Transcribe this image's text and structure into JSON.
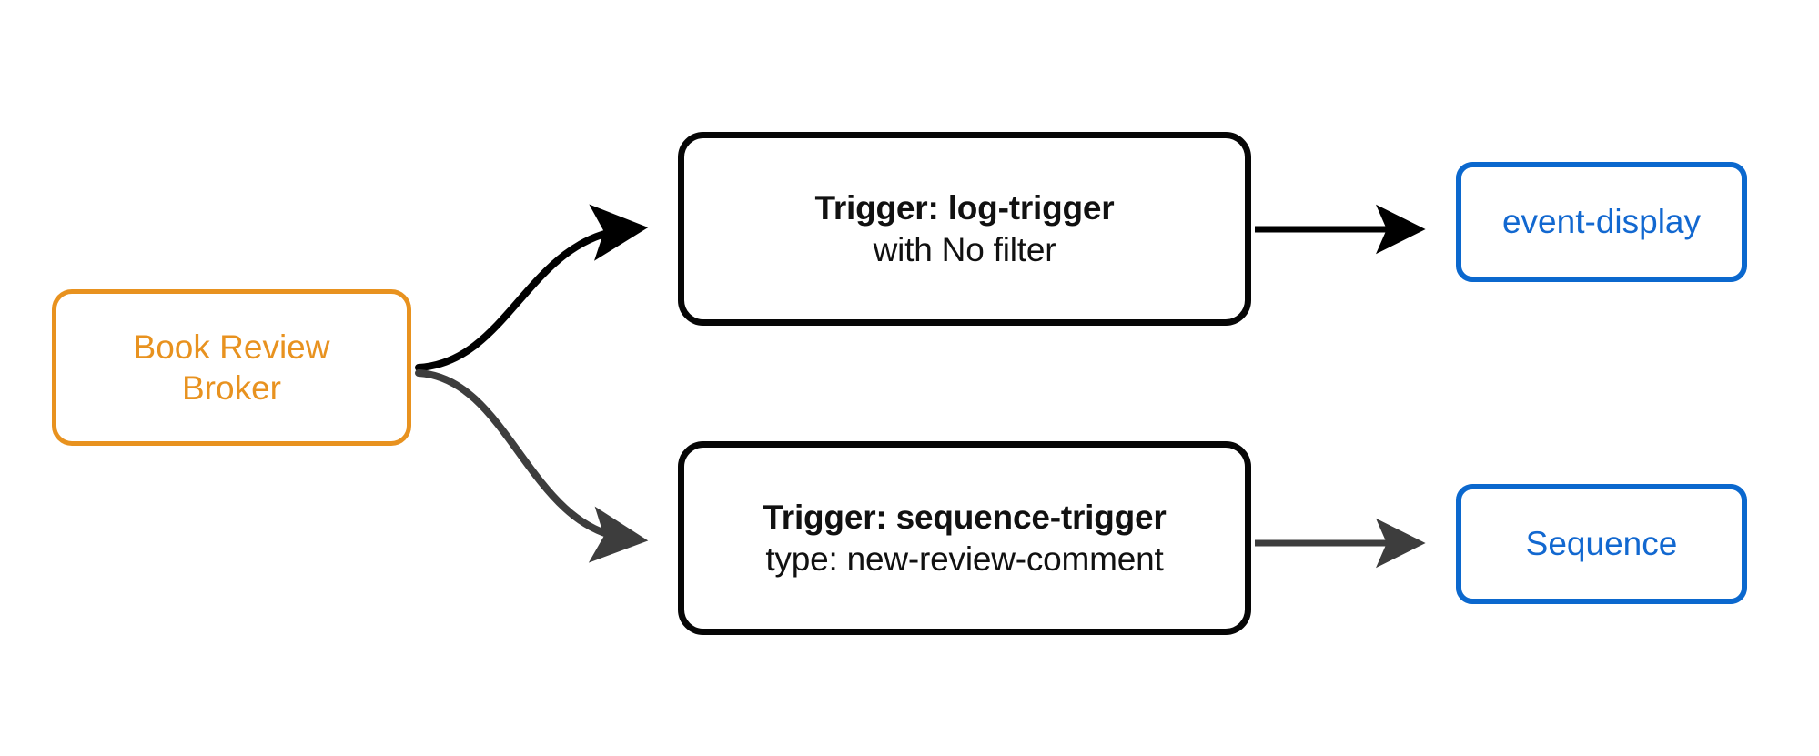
{
  "diagram": {
    "type": "flow-diagram",
    "background": "#ffffff",
    "colors": {
      "broker_accent": "#e8921f",
      "trigger_border": "#060606",
      "sink_accent": "#1268d0",
      "edge_primary": "#000000",
      "edge_secondary": "#3d3d3d"
    },
    "nodes": {
      "broker": {
        "id": "book-review-broker",
        "line1": "Book Review",
        "line2": "Broker",
        "shape": "rounded-rectangle",
        "color": "#e8921f"
      },
      "triggers": [
        {
          "id": "log-trigger",
          "title": "Trigger: log-trigger",
          "subtitle": "with No filter",
          "shape": "rounded-rectangle",
          "color": "#060606"
        },
        {
          "id": "sequence-trigger",
          "title": "Trigger: sequence-trigger",
          "subtitle": "type: new-review-comment",
          "shape": "rounded-rectangle",
          "color": "#060606"
        }
      ],
      "sinks": [
        {
          "id": "event-display",
          "label": "event-display",
          "shape": "rounded-rectangle",
          "color": "#1268d0"
        },
        {
          "id": "sequence",
          "label": "Sequence",
          "shape": "rounded-rectangle",
          "color": "#1268d0"
        }
      ]
    },
    "edges": [
      {
        "id": "broker-to-log-trigger",
        "from": "book-review-broker",
        "to": "log-trigger",
        "style": "curved",
        "color": "#000000",
        "arrow": "filled-triangle"
      },
      {
        "id": "broker-to-sequence-trigger",
        "from": "book-review-broker",
        "to": "sequence-trigger",
        "style": "curved",
        "color": "#3d3d3d",
        "arrow": "filled-triangle"
      },
      {
        "id": "log-trigger-to-event-display",
        "from": "log-trigger",
        "to": "event-display",
        "style": "straight",
        "color": "#000000",
        "arrow": "filled-triangle"
      },
      {
        "id": "sequence-trigger-to-sequence",
        "from": "sequence-trigger",
        "to": "sequence",
        "style": "straight",
        "color": "#3d3d3d",
        "arrow": "filled-triangle"
      }
    ]
  }
}
